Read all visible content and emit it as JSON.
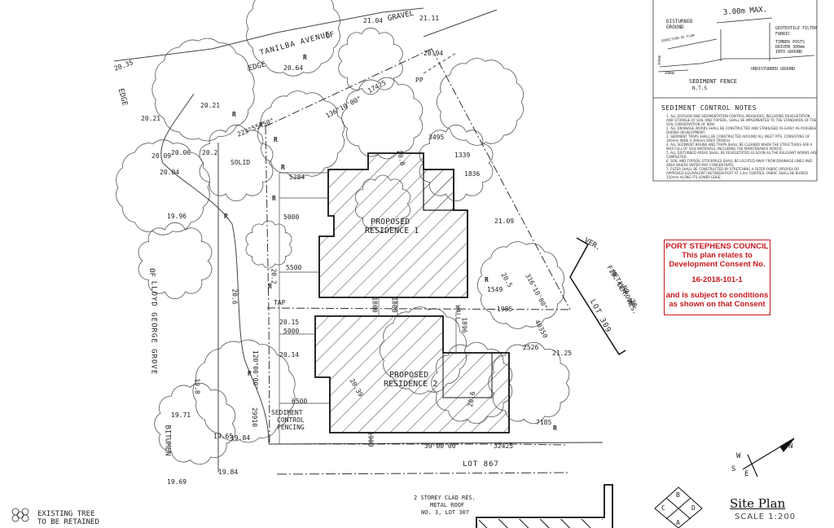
{
  "street_labels": {
    "tanilba": "TANILBA AVENUE",
    "of_top": "OF",
    "edge_top": "EDGE",
    "gravel": "GRAVEL",
    "edge_left": "EDGE",
    "lloyd": "LLOYD GEORGE GROVE",
    "of_left": "OF",
    "bitumen": "BITUMEN"
  },
  "levels": [
    "20.35",
    "20.21",
    "20.21",
    "20.09",
    "20.06",
    "20.2",
    "20.04",
    "19.96",
    "20.64",
    "21.04",
    "21.11",
    "20.94",
    "21.09",
    "21.25",
    "20.15",
    "20.14",
    "19.8",
    "19.71",
    "19.65",
    "19.84",
    "19.84",
    "19.69",
    "20.2",
    "20.39",
    "20.6",
    "20.8",
    "20.5",
    "20.6"
  ],
  "bearings": {
    "b1": "223°55'50\"",
    "b2": "136°10'00\"",
    "b3": "17425",
    "b4": "120°00'00\"",
    "b5": "29910",
    "b6": "30°00'00\"",
    "b7": "32425",
    "b8": "40350",
    "b9": "316°10'00\""
  },
  "dimensions": [
    "5284",
    "5000",
    "5500",
    "5000",
    "6500",
    "1800",
    "1800",
    "3495",
    "1339",
    "1836",
    "1549",
    "1985",
    "2526",
    "7185",
    "1896",
    "1900"
  ],
  "buildings": {
    "res1_line1": "PROPOSED",
    "res1_line2": "RESIDENCE 1",
    "res2_line1": "PROPOSED",
    "res2_line2": "RESIDENCE 2"
  },
  "misc": {
    "sediment": [
      "SEDIMENT",
      "CONTROL",
      "FENCING"
    ],
    "lot867": "LOT 867",
    "lot309": "LOT 309",
    "ver": "VER.",
    "neighbour": [
      "FIB. CEM. RES.",
      "METAL ROOF",
      "NO. 78"
    ],
    "bottom_res": [
      "2 STOREY CLAD RES.",
      "METAL ROOF",
      "NO. 3, LOT 307"
    ],
    "pp": "PP",
    "solid": "SOLID",
    "tap": "TAP",
    "wall": "WALL",
    "r_marker": "R"
  },
  "legend": {
    "line1": "EXISTING TREE",
    "line2": "TO BE RETAINED"
  },
  "detail": {
    "width_label": "3.00m MAX.",
    "disturbed": [
      "DISTURBED",
      "GROUND"
    ],
    "direction": "DIRECTION OF FLOW",
    "geotextile": [
      "GEOTEXTILE FILTER",
      "FABRIC"
    ],
    "posts": [
      "TIMBER POSTS",
      "DRIVEN 300mm",
      "INTO GROUND"
    ],
    "undisturbed": "UNDISTURBED GROUND",
    "dim1": "300mm",
    "dim2": "300mm",
    "title": "SEDIMENT FENCE",
    "nts": "N.T.S"
  },
  "notes": {
    "title": "SEDIMENT CONTROL NOTES",
    "items": [
      "1. ALL EROSION AND SEDIMENTATION CONTROL MEASURES, INCLUDING REVEGETATION AND STORAGE OF SOIL AND TOPSOIL, SHALL BE IMPLEMENTED TO THE STANDARDS OF THE SOIL CONSERVATION OF NSW.",
      "2. ALL DRAINAGE WORKS SHALL BE CONSTRUCTED AND STABILISED AS EARLY AS POSSIBLE DURING DEVELOPMENT.",
      "3. SEDIMENT TRAPS SHALL BE CONSTRUCTED AROUND ALL INLET PITS, CONSISTING OF 300mm WIDE X 300mm DEEP TRENCH.",
      "4. ALL SEDIMENT BASINS AND TRAPS SHALL BE CLEANED WHEN THE STRUCTURES ARE A MAX FULL OF SOIL MATERIALS, INCLUDING THE MAINTENANCE PERIOD.",
      "5. ALL DISTURBED AREAS SHALL BE REVEGETATED AS SOON AS THE RELEVANT WORKS ARE COMPLETED.",
      "6. SOIL AND TOPSOIL STOCKPILES SHALL BE LOCATED AWAY FROM DRAINAGE LINES AND AREA WHERE WATER MAY CONCENTRATE.",
      "7. FILTER SHALL BE CONSTRUCTED BY STRETCHING A FILTER FABRIC (PROPEX OR APPROVED EQUIVALENT) BETWEEN POST AT 3.0m CENTRES. FABRIC SHALL BE BURIED 150mm ALONG ITS LOWER EDGE."
    ]
  },
  "stamp": {
    "line1": "PORT STEPHENS COUNCIL",
    "line2": "This plan relates to",
    "line3": "Development Consent No.",
    "line4": "16-2018-101-1",
    "line5": "and is subject to conditions",
    "line6": "as shown on that Consent"
  },
  "compass": {
    "n": "N",
    "s": "S",
    "w": "W",
    "e": "E"
  },
  "key": {
    "a": "A",
    "b": "B",
    "c": "C",
    "d": "D"
  },
  "title": {
    "site": "Site Plan",
    "scale": "SCALE 1:200"
  },
  "colors": {
    "stamp_red": "#c8191e",
    "ink": "#222222"
  }
}
